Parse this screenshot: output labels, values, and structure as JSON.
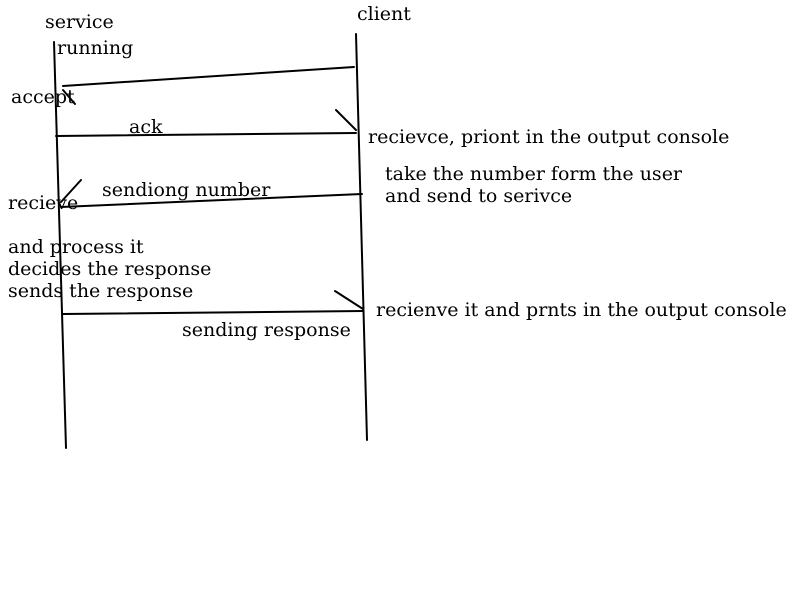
{
  "participants": {
    "service": "service",
    "client": "client"
  },
  "service_notes": {
    "running": "running",
    "accept": "accept",
    "recieve": "recieve",
    "process_lines": [
      "and process it",
      "decides the response",
      "sends the response"
    ]
  },
  "client_notes": {
    "receive_print": "recievce, priont in the output console",
    "take_number_lines": [
      "take the number form the user",
      "and send to serivce"
    ],
    "receive_response": "recienve it and prnts in the output console"
  },
  "messages": {
    "ack": "ack",
    "sending_number": "sendiong number",
    "sending_response": "sending response"
  },
  "colors": {
    "ink": "#000000",
    "background": "#ffffff"
  }
}
